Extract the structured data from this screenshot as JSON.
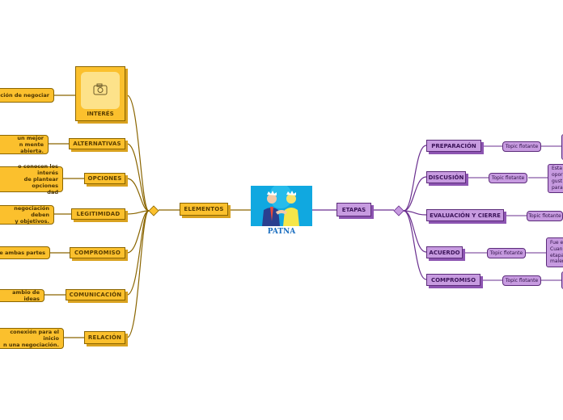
{
  "center": {
    "title": "PATNA"
  },
  "left": {
    "hub_label": "ELEMENTOS",
    "branches": [
      {
        "label": "INTERÉS",
        "leaf": "ción de negociar"
      },
      {
        "label": "ALTERNATIVAS",
        "leaf": "un mejor\nn mente abierta."
      },
      {
        "label": "OPCIONES",
        "leaf": "o conocen los interés\nde plantear opciones\ndad"
      },
      {
        "label": "LEGITIMIDAD",
        "leaf": "negociación deben\ny objetivos."
      },
      {
        "label": "COMPROMISO",
        "leaf": "re ambas partes"
      },
      {
        "label": "COMUNICACIÓN",
        "leaf": "ambio de ideas"
      },
      {
        "label": "RELACIÓN",
        "leaf": "conexión para el inicio\nn una negociación."
      }
    ]
  },
  "right": {
    "hub_label": "ETAPAS",
    "branches": [
      {
        "label": "PREPARACIÓN",
        "float": "Topic flotante",
        "note": ""
      },
      {
        "label": "DISCUSIÓN",
        "float": "Topic flotante",
        "note": "Esta\nopor\ngust\npara"
      },
      {
        "label": "EVALUACIÓN Y CIERRE",
        "float": "Topic flotante",
        "note": ""
      },
      {
        "label": "ACUERDO",
        "float": "Topic flotante",
        "note": "Fue e\nCuan\netapa\nmaler"
      },
      {
        "label": "COMPROMISO",
        "float": "Topic flotante",
        "note": ""
      }
    ]
  },
  "colors": {
    "yellow": "#fbc02d",
    "yellow_line": "#8a6500",
    "purple": "#c79be0",
    "purple_line": "#6a2f8f",
    "title_blue": "#1c6fc0",
    "image_bg": "#0aa0d8"
  },
  "icons": {
    "interes": "camera-icon",
    "left_connector": "diamond-icon",
    "right_connector": "diamond-icon"
  }
}
